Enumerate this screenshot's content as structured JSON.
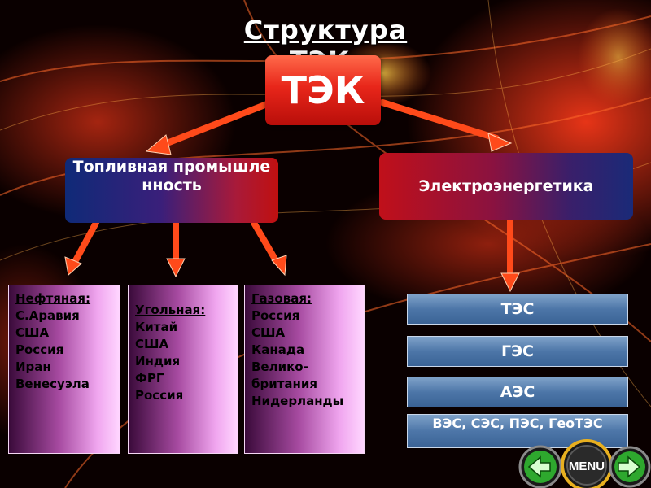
{
  "title": "Структура ТЭК:",
  "root": {
    "label": "ТЭК"
  },
  "branches": {
    "fuel": {
      "label": "Топливная промышленность"
    },
    "electric": {
      "label": "Электроэнергетика"
    }
  },
  "fuel_categories": [
    {
      "heading": "Нефтяная:",
      "items": [
        "С.Аравия",
        "США",
        "Россия",
        "Иран",
        "Венесуэла"
      ]
    },
    {
      "heading": "Угольная:",
      "items": [
        "Китай",
        "США",
        "Индия",
        "ФРГ",
        "Россия"
      ]
    },
    {
      "heading": "Газовая:",
      "items": [
        "Россия",
        "США",
        "Канада",
        "Велико-",
        "британия",
        "Нидерланды"
      ]
    }
  ],
  "power_types": [
    "ТЭС",
    "ГЭС",
    "АЭС",
    "ВЭС, СЭС, ПЭС, ГеоТЭС"
  ],
  "nav": {
    "menu_label": "MENU",
    "prev_icon": "arrow-left-icon",
    "next_icon": "arrow-right-icon"
  },
  "colors": {
    "accent_red": "#e8261a",
    "arrow": "#ff4a1a",
    "power_blue": "#4d76a8"
  }
}
